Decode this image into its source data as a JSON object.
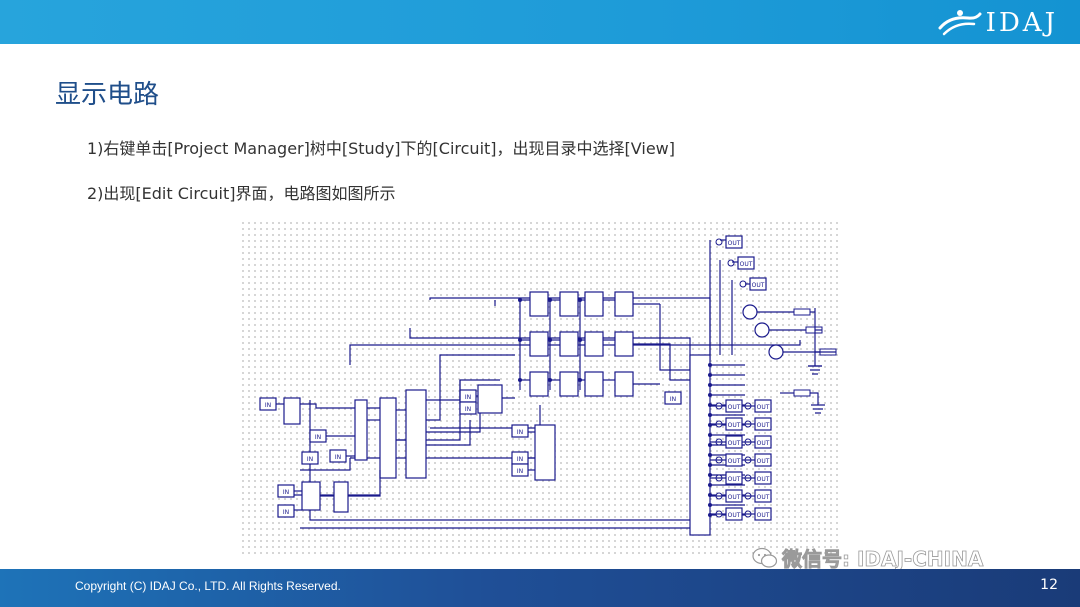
{
  "header": {
    "logo_text": "IDAJ",
    "logo_icon": "idaj-swirl-logo"
  },
  "slide": {
    "title": "显示电路",
    "steps": [
      "1)右键单击[Project Manager]树中[Study]下的[Circuit]，出现目录中选择[View]",
      "2)出现[Edit Circuit]界面，电路图如图所示"
    ]
  },
  "circuit": {
    "in_label": "IN",
    "out_label": "OUT"
  },
  "watermark": {
    "text": "微信号: IDAJ-CHINA",
    "icon": "wechat-icon"
  },
  "footer": {
    "copyright": "Copyright (C)  IDAJ Co., LTD. All Rights Reserved.",
    "page_number": "12"
  },
  "colors": {
    "header_blue": "#1e9bd8",
    "title_blue": "#1f4e8a",
    "wire_blue": "#1a1a8c",
    "footer_blue": "#1f4f97"
  }
}
